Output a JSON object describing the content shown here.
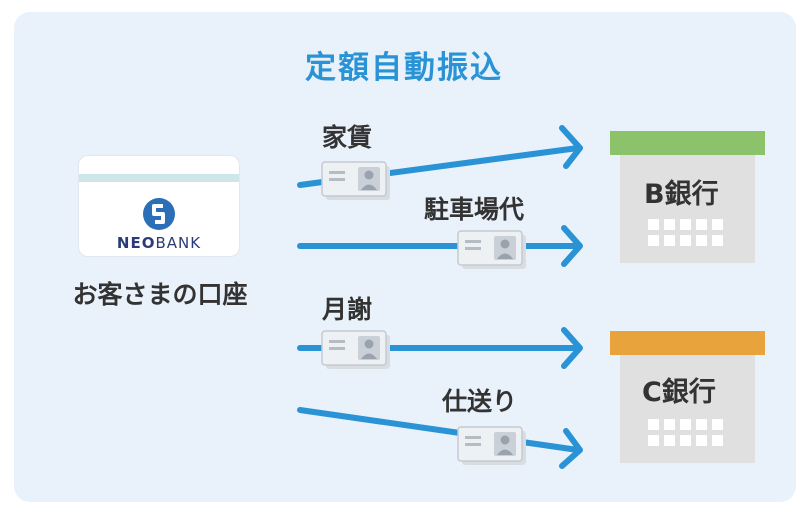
{
  "title": "定額自動振込",
  "source": {
    "brand_strong": "NEO",
    "brand_rest": "BANK",
    "label": "お客さまの口座"
  },
  "banks": [
    {
      "name": "B銀行",
      "roof_color": "#8cc26a"
    },
    {
      "name": "C銀行",
      "roof_color": "#e8a33d"
    }
  ],
  "transfers": [
    {
      "label": "家賃"
    },
    {
      "label": "駐車場代"
    },
    {
      "label": "月謝"
    },
    {
      "label": "仕送り"
    }
  ],
  "colors": {
    "accent": "#2a93d5",
    "panel": "#e9f1fb",
    "bank_body": "#e0e0e0",
    "bank_window": "#ffffff"
  }
}
